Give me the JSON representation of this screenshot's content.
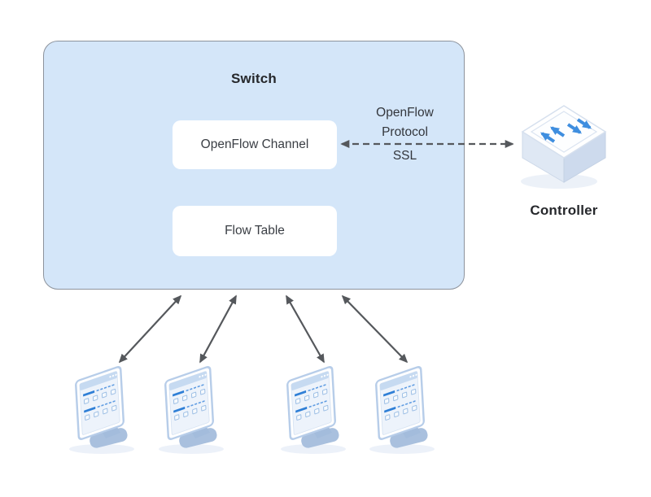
{
  "diagram": {
    "switch": {
      "title": "Switch",
      "components": [
        {
          "label": "OpenFlow Channel"
        },
        {
          "label": "Flow Table"
        }
      ]
    },
    "connection": {
      "label_lines": [
        "OpenFlow",
        "Protocol",
        "SSL"
      ],
      "style": "dashed-double-arrow"
    },
    "controller": {
      "label": "Controller"
    },
    "hosts": {
      "count": 4,
      "icon": "host-computer-icon"
    }
  },
  "colors": {
    "switch_fill": "#d4e6f9",
    "switch_border": "#8d939c",
    "component_fill": "#ffffff",
    "arrow_gray": "#55585c",
    "accent_blue": "#3f8edf",
    "icon_light_blue": "#b7cde9",
    "text_dark": "#26282c"
  }
}
